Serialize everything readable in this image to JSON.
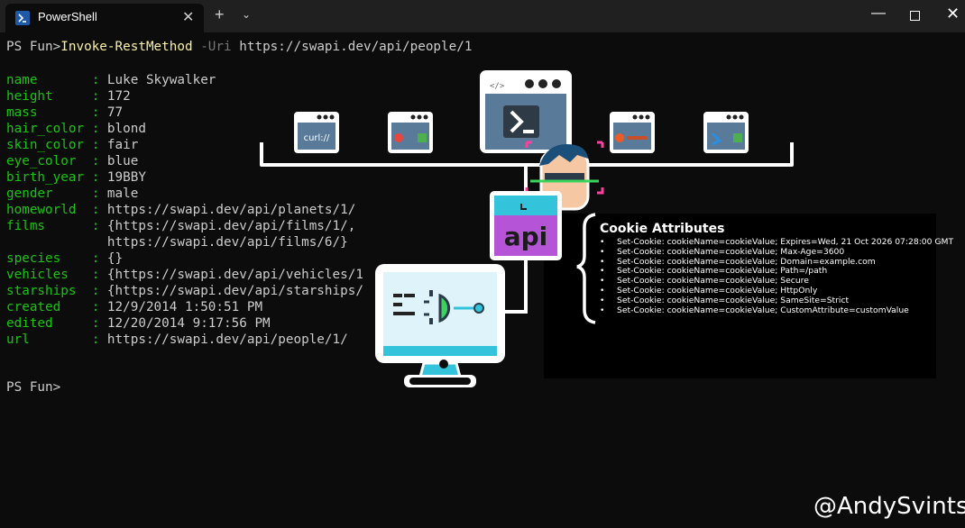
{
  "window": {
    "tab_title": "PowerShell",
    "tab_close": "✕",
    "new_tab": "+",
    "tab_dropdown": "⌄",
    "min": "—",
    "close": "✕"
  },
  "terminal": {
    "prompt": "PS Fun>",
    "command": "Invoke-RestMethod",
    "param": " -Uri",
    "arg": " https://swapi.dev/api/people/1",
    "rows": [
      {
        "key": "name       ",
        "value": "Luke Skywalker"
      },
      {
        "key": "height     ",
        "value": "172"
      },
      {
        "key": "mass       ",
        "value": "77"
      },
      {
        "key": "hair_color ",
        "value": "blond"
      },
      {
        "key": "skin_color ",
        "value": "fair"
      },
      {
        "key": "eye_color  ",
        "value": "blue"
      },
      {
        "key": "birth_year ",
        "value": "19BBY"
      },
      {
        "key": "gender     ",
        "value": "male"
      },
      {
        "key": "homeworld  ",
        "value": "https://swapi.dev/api/planets/1/"
      },
      {
        "key": "films      ",
        "value": "{https://swapi.dev/api/films/1/,"
      },
      {
        "key": "           ",
        "value": "https://swapi.dev/api/films/6/}"
      },
      {
        "key": "species    ",
        "value": "{}"
      },
      {
        "key": "vehicles   ",
        "value": "{https://swapi.dev/api/vehicles/1"
      },
      {
        "key": "starships  ",
        "value": "{https://swapi.dev/api/starships/"
      },
      {
        "key": "created    ",
        "value": "12/9/2014 1:50:51 PM"
      },
      {
        "key": "edited     ",
        "value": "12/20/2014 9:17:56 PM"
      },
      {
        "key": "url        ",
        "value": "https://swapi.dev/api/people/1/"
      }
    ],
    "separator": ": ",
    "prompt2": "PS Fun>"
  },
  "diagram": {
    "curl_label": "curl://",
    "code_tag": "</>",
    "api_label": "api"
  },
  "cookie": {
    "title": "Cookie Attributes",
    "bullet": "•",
    "items": [
      "Set-Cookie: cookieName=cookieValue; Expires=Wed, 21 Oct 2026 07:28:00 GMT",
      "Set-Cookie: cookieName=cookieValue; Max-Age=3600",
      "Set-Cookie: cookieName=cookieValue; Domain=example.com",
      "Set-Cookie: cookieName=cookieValue; Path=/path",
      "Set-Cookie: cookieName=cookieValue; Secure",
      "Set-Cookie: cookieName=cookieValue; HttpOnly",
      "Set-Cookie: cookieName=cookieValue; SameSite=Strict",
      "Set-Cookie: cookieName=cookieValue; CustomAttribute=customValue"
    ]
  },
  "watermark": "@AndySvints",
  "colors": {
    "terminal_bg": "#0c0c0c",
    "titlebar_bg": "#202020",
    "key_green": "#16c60c",
    "command_yellow": "#f9f1a5",
    "param_gray": "#767676",
    "api_purple": "#b554d6",
    "monitor_cyan": "#33c4dc",
    "slate_blue": "#5a7a99"
  }
}
